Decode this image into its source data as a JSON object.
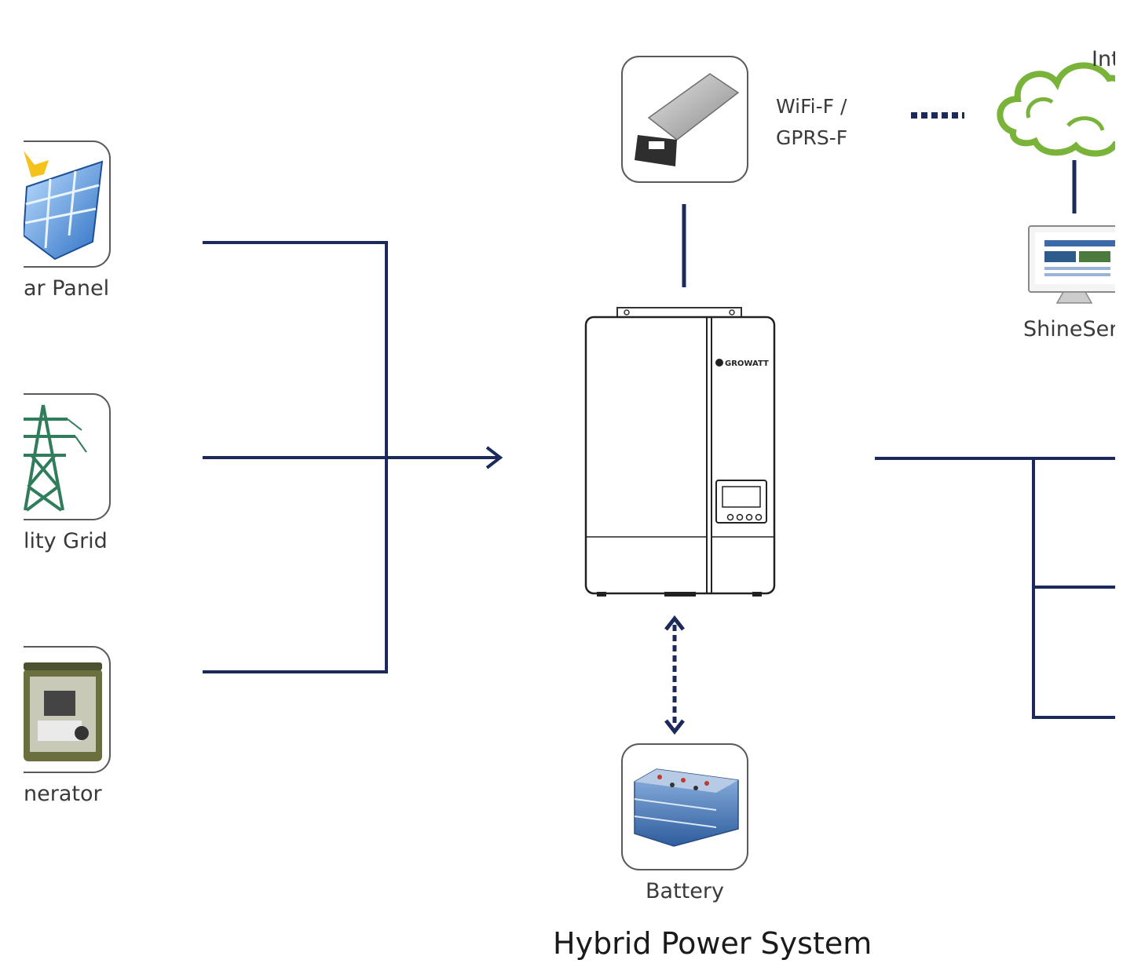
{
  "labels": {
    "solar": "ar Panel",
    "grid": "lity Grid",
    "generator": "nerator",
    "wifi_line1": "WiFi-F /",
    "wifi_line2": "GPRS-F",
    "internet": "Int",
    "shineserver": "ShineSer",
    "battery": "Battery",
    "title": "Hybrid Power System"
  },
  "inverter_brand": "GROWATT",
  "colors": {
    "line": "#1b2a5a",
    "card_border": "#555555",
    "cloud": "#7ab33a",
    "tower": "#2f7d5b",
    "panel_blue": "#3f84d4",
    "sun": "#f4c21a"
  },
  "icons": [
    "solar-panel-icon",
    "transmission-tower-icon",
    "generator-icon",
    "wifi-dongle-icon",
    "cloud-icon",
    "monitor-icon",
    "battery-pack-icon",
    "inverter-icon"
  ]
}
